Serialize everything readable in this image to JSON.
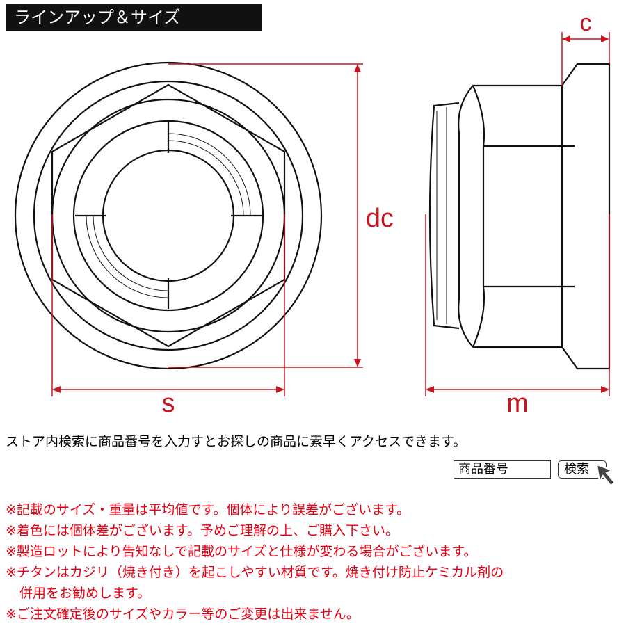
{
  "header": {
    "title": "ラインアップ＆サイズ"
  },
  "diagram": {
    "labels": {
      "c": "c",
      "dc": "dc",
      "s": "s",
      "m": "m"
    },
    "colors": {
      "line": "#111111",
      "dimension": "#c8141e"
    }
  },
  "store_search": {
    "intro": "ストア内検索に商品番号を入力すとお探しの商品に素早くアクセスできます。",
    "input_value": "商品番号",
    "button_label": "検索"
  },
  "notes": [
    "※記載のサイズ・重量は平均値です。個体により誤差がございます。",
    "※着色には個体差がございます。予めご理解の上、ご購入下さい。",
    "※製造ロットにより告知なしで記載のサイズと仕様が変わる場合がございます。",
    "※チタンはカジリ（焼き付き）を起こしやすい材質です。焼き付け防止ケミカル剤の",
    "併用をお勧めします。",
    "※ご注文確定後のサイズやカラー等のご変更は出来ません。"
  ]
}
